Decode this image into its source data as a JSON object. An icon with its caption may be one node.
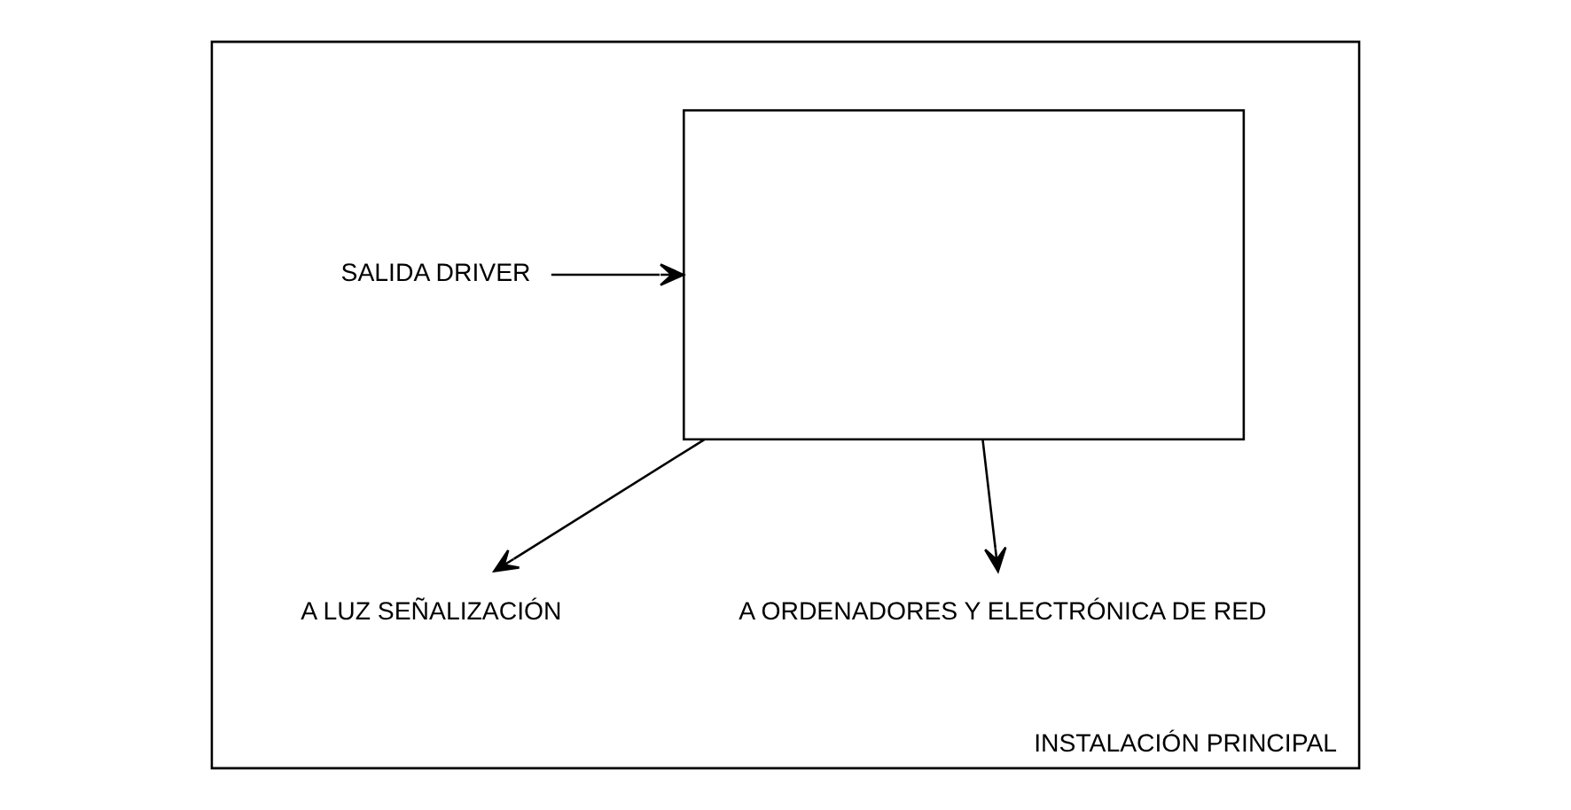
{
  "diagram": {
    "nodes": [
      {
        "text": [
          "INSTALACIÓN PRINCIPAL"
        ]
      },
      {
        "text": [],
        "shape": "box",
        "in": 0
      },
      {
        "text": [
          "SALIDA DRIVER"
        ],
        "in": 0
      },
      {
        "text": [
          "A LUZ SEÑALIZACIÓN"
        ],
        "in": 0
      },
      {
        "text": [
          "A ORDENADORES Y ELECTRÓNICA DE RED"
        ],
        "in": 0
      }
    ],
    "edges": [
      {
        "from": 2,
        "to": 1,
        "arrow": "to"
      },
      {
        "from": 1,
        "to": 3,
        "arrow": "to"
      },
      {
        "from": 1,
        "to": 4,
        "arrow": "to"
      }
    ]
  }
}
